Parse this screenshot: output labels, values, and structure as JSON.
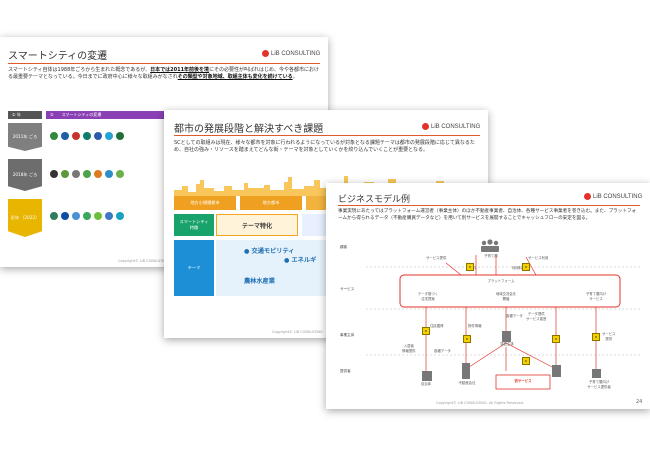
{
  "slide1": {
    "title": "スマートシティの変遷",
    "body_pre": "スマートシティ自体は1988年ごろから生まれた概念であるが、",
    "body_bold1": "日本では2011年前後を境",
    "body_mid": "にその必要性が叫ばれはじめ、今や各都市における最重要テーマとなっている。今日までに政府中心に様々な取組みがなされ",
    "body_bold2": "その類型や対象地域、取組主体も変化を続けている",
    "body_end": "。",
    "col1": "① 年",
    "col2": "②　　スマートシティの変遷",
    "eras": [
      "2011年\nごろ",
      "2018年\nごろ",
      "近年\n（2022）"
    ],
    "footer": "Copyright© LiB CONSULTING",
    "logo": "LiB CONSULTING"
  },
  "slide2": {
    "title": "都市の発展段階と解決すべき課題",
    "body": "SCとしての取組みは現在、様々な都市を対象に行われるようになっているが対象となる課題テーマは都市の発展段階に応じて異なるため、自社の強み・リソースを踏まえてどんな街・テーマを対象としていくかを絞り込んでいくことが重要となる。",
    "col_a": "地方小規模都市",
    "col_b": "地方都市",
    "row_label1": "スマートシティ\n特徴",
    "row_label2": "テーマ",
    "feature": "テーマ特化",
    "theme1": "● 交通モビリティ",
    "theme2": "● エネルギ",
    "theme3": "農林水産業",
    "footer": "Copyright© LiB CONSULTING",
    "logo": "LiB CONSULTING"
  },
  "slide3": {
    "title": "ビジネスモデル例",
    "body": "事業実現にあたってはプラットフォーム運営者（事業主体）のほか不動産事業者、自治体、各種サービス事業者を巻き込む。また、プラットフォームから得られるデータ（不動産購買データなど）を用いて別サービスを展開することでキャッシュフローの安定を図る。",
    "rows": [
      "顧客",
      "サービス",
      "事業主体",
      "提供者"
    ],
    "nodes": {
      "customer": "子育て層",
      "platform": "プラットフォーム",
      "svc1": "データ基づく\n住宅提案",
      "svc2": "地域交流会を\n開催",
      "svc3": "子育て層向け\nサービス",
      "gov": "自治体",
      "realestate": "不動産会社",
      "operator": "運営主体",
      "other": "子育て層向け\nサービス提供者",
      "newsvc": "別サービス"
    },
    "labels": [
      "サービス提供",
      "サービス利用",
      "手数料",
      "利用料",
      "各種データ",
      "データ提供\nサービス運営",
      "物件情報",
      "住民獲得",
      "入居者\n情報提供",
      "各種データ",
      "サービス\n提供"
    ],
    "footer": "Copyright© LiB CONSULTING. All Rights Reserved.",
    "page": "24",
    "logo": "LiB CONSULTING"
  },
  "colors": {
    "accent": "#e05a2a",
    "brand_red": "#e2332a",
    "orange": "#f4a623",
    "teal": "#2bb3ae",
    "blue": "#1f8fcc",
    "yen": "#f5d000"
  }
}
